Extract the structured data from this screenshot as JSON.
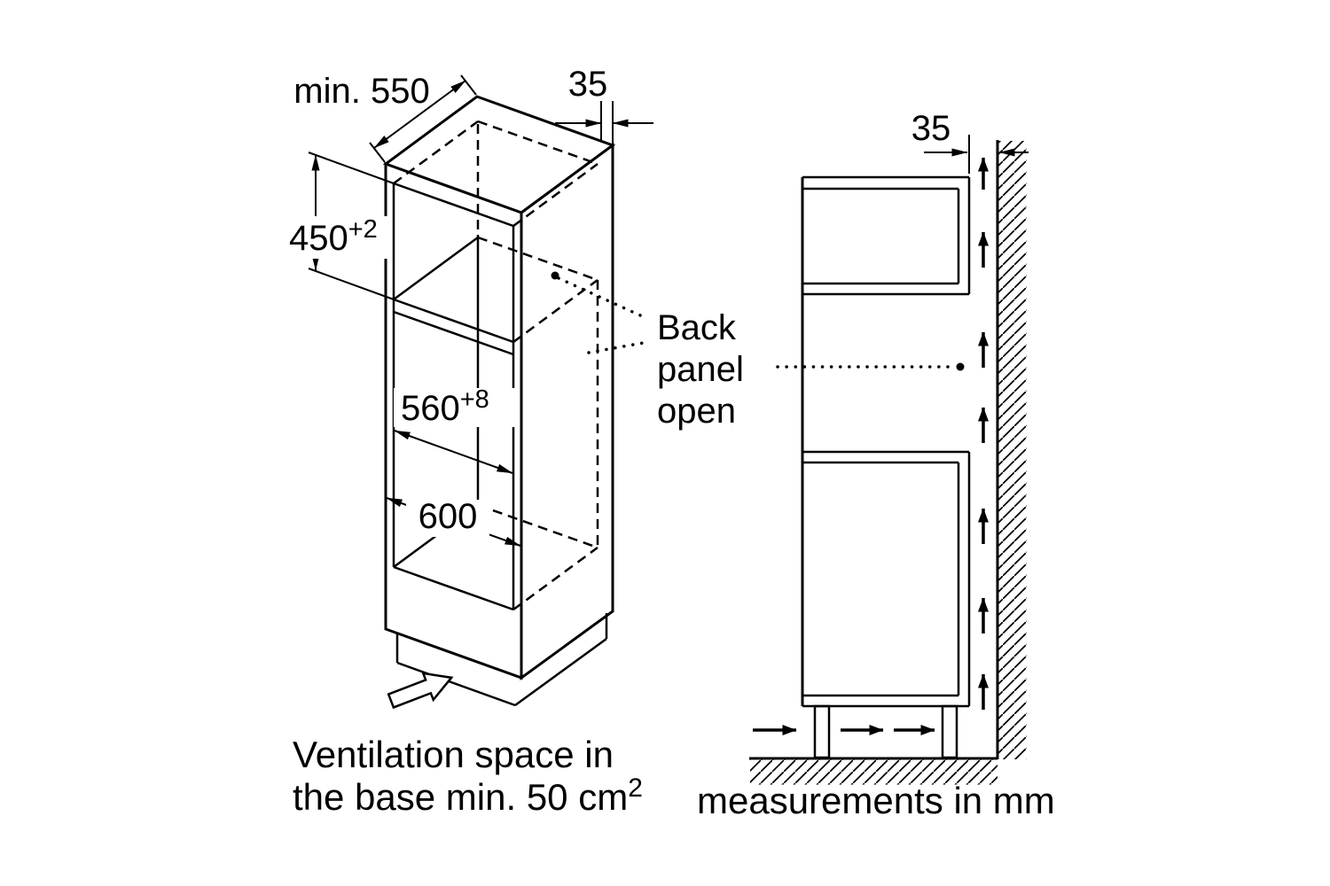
{
  "left_figure": {
    "dim_depth": "min. 550",
    "dim_side_thickness": "35",
    "dim_niche_height": {
      "base": "450",
      "sup": "+2"
    },
    "dim_niche_width": {
      "base": "560",
      "sup": "+8"
    },
    "dim_outer_width": "600",
    "caption_line1": "Ventilation space in",
    "caption_line2_base": "the base min. 50 cm",
    "caption_line2_sup": "2"
  },
  "back_panel_label": {
    "line1": "Back",
    "line2": "panel",
    "line3": "open"
  },
  "right_figure": {
    "dim_wall_gap": "35",
    "caption": "measurements in mm"
  },
  "style": {
    "line_color": "#000000",
    "background": "#ffffff"
  }
}
